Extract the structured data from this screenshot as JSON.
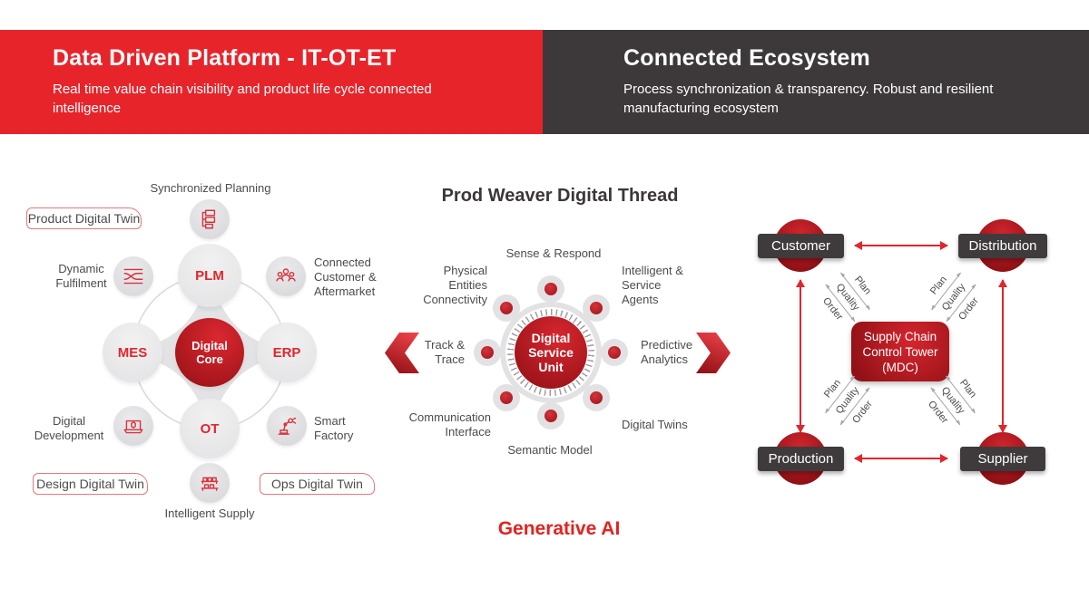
{
  "header": {
    "left": {
      "title": "Data Driven Platform - IT-OT-ET",
      "subtitle": "Real time value chain visibility and product life cycle connected intelligence"
    },
    "right": {
      "title": "Connected Ecosystem",
      "subtitle": "Process synchronization & transparency. Robust and resilient manufacturing ecosystem"
    }
  },
  "left_diagram": {
    "hub": "Digital Core",
    "nodes": {
      "top": "PLM",
      "right": "ERP",
      "bottom": "OT",
      "left": "MES"
    },
    "outer_labels": {
      "top": "Synchronized Planning",
      "top_left": "Dynamic Fulfilment",
      "top_right": "Connected Customer & Aftermarket",
      "bottom_left": "Digital Development",
      "bottom_right": "Smart Factory",
      "bottom": "Intelligent Supply"
    },
    "twin_boxes": {
      "top_left": "Product Digital Twin",
      "bottom_left": "Design Digital Twin",
      "bottom_right": "Ops Digital Twin"
    },
    "icons": {
      "top": "workflow-icon",
      "top_left": "crossover-arrows-icon",
      "top_right": "customer-group-icon",
      "bottom_left": "laptop-cube-icon",
      "bottom_right": "robot-arm-icon",
      "bottom": "supply-rack-icon"
    }
  },
  "mid_diagram": {
    "title": "Prod Weaver Digital Thread",
    "hub": "Digital Service Unit",
    "labels": {
      "top": "Sense & Respond",
      "top_left": "Physical Entities Connectivity",
      "top_right": "Intelligent & Service Agents",
      "left": "Track & Trace",
      "right": "Predictive Analytics",
      "bottom_left": "Communication Interface",
      "bottom_right": "Digital Twins",
      "bottom": "Semantic Model"
    },
    "footer": "Generative AI"
  },
  "right_diagram": {
    "nodes": {
      "top_left": "Customer",
      "top_right": "Distribution",
      "bottom_left": "Production",
      "bottom_right": "Supplier"
    },
    "center_box": "Supply Chain Control Tower (MDC)",
    "flow": [
      "Plan",
      "Quality",
      "Order"
    ]
  },
  "colors": {
    "header_red": "#e8242b",
    "header_dark": "#3d393a",
    "brand_red_text": "#e0262c",
    "accent_red_gradient_dark": "#8f1015",
    "gray_node": "#e2e2e4",
    "label_gray": "#4e4a4b"
  }
}
